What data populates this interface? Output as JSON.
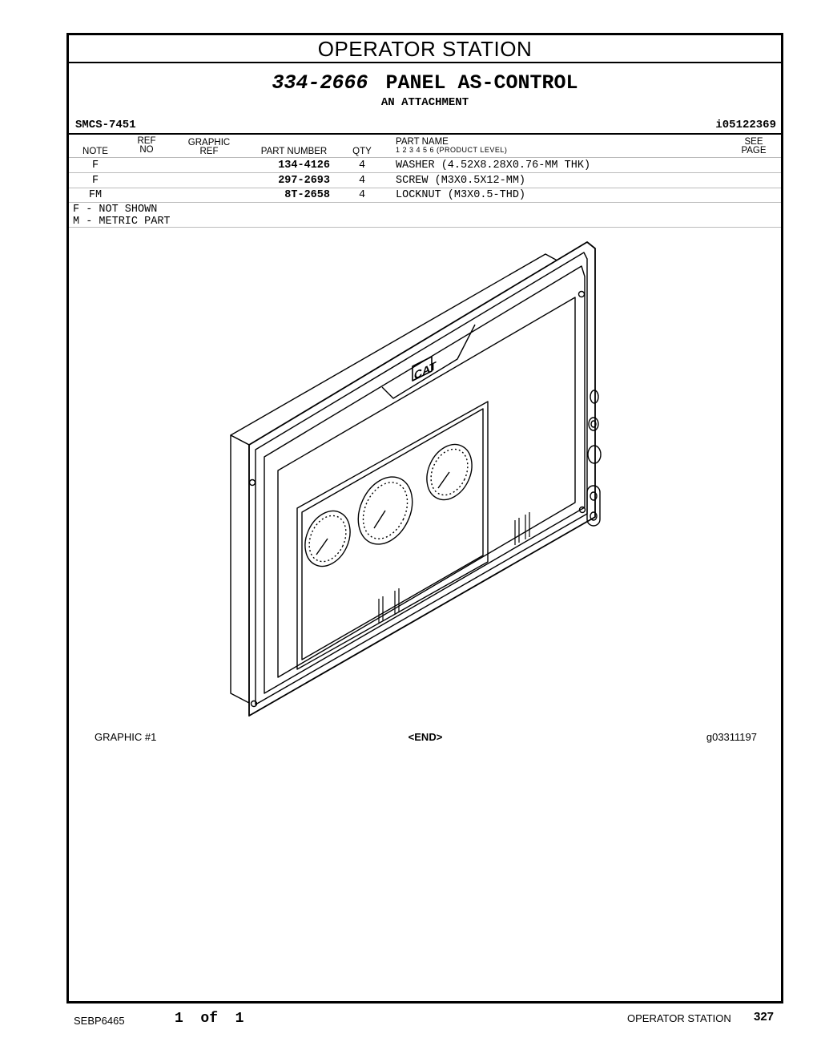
{
  "header": {
    "section_title": "OPERATOR STATION",
    "part_number": "334-2666",
    "part_name": "PANEL AS-CONTROL",
    "subtitle": "AN ATTACHMENT",
    "smcs": "SMCS-7451",
    "ident": "i05122369"
  },
  "columns": {
    "note": "NOTE",
    "ref_no_top": "REF",
    "ref_no_bottom": "NO",
    "graphic_ref_top": "GRAPHIC",
    "graphic_ref_bottom": "REF",
    "part_number": "PART NUMBER",
    "qty": "QTY",
    "part_name": "PART NAME",
    "levels": "1   2   3   4   5   6   (PRODUCT LEVEL)",
    "see_page_top": "SEE",
    "see_page_bottom": "PAGE"
  },
  "parts": [
    {
      "note": "F",
      "ref_no": "",
      "graphic_ref": "",
      "part_number": "134-4126",
      "qty": "4",
      "name": "WASHER (4.52X8.28X0.76-MM THK)",
      "see_page": ""
    },
    {
      "note": "F",
      "ref_no": "",
      "graphic_ref": "",
      "part_number": "297-2693",
      "qty": "4",
      "name": "SCREW (M3X0.5X12-MM)",
      "see_page": ""
    },
    {
      "note": "FM",
      "ref_no": "",
      "graphic_ref": "",
      "part_number": "8T-2658",
      "qty": "4",
      "name": "LOCKNUT (M3X0.5-THD)",
      "see_page": ""
    }
  ],
  "legend": [
    "F - NOT SHOWN",
    "M - METRIC PART"
  ],
  "graphic": {
    "logo_text": "CAT",
    "label": "GRAPHIC #1",
    "end_marker": "<END>",
    "graphic_id": "g03311197"
  },
  "footer": {
    "doc_id": "SEBP6465",
    "page_of": "1  of  1",
    "section": "OPERATOR STATION",
    "page_number": "327"
  }
}
